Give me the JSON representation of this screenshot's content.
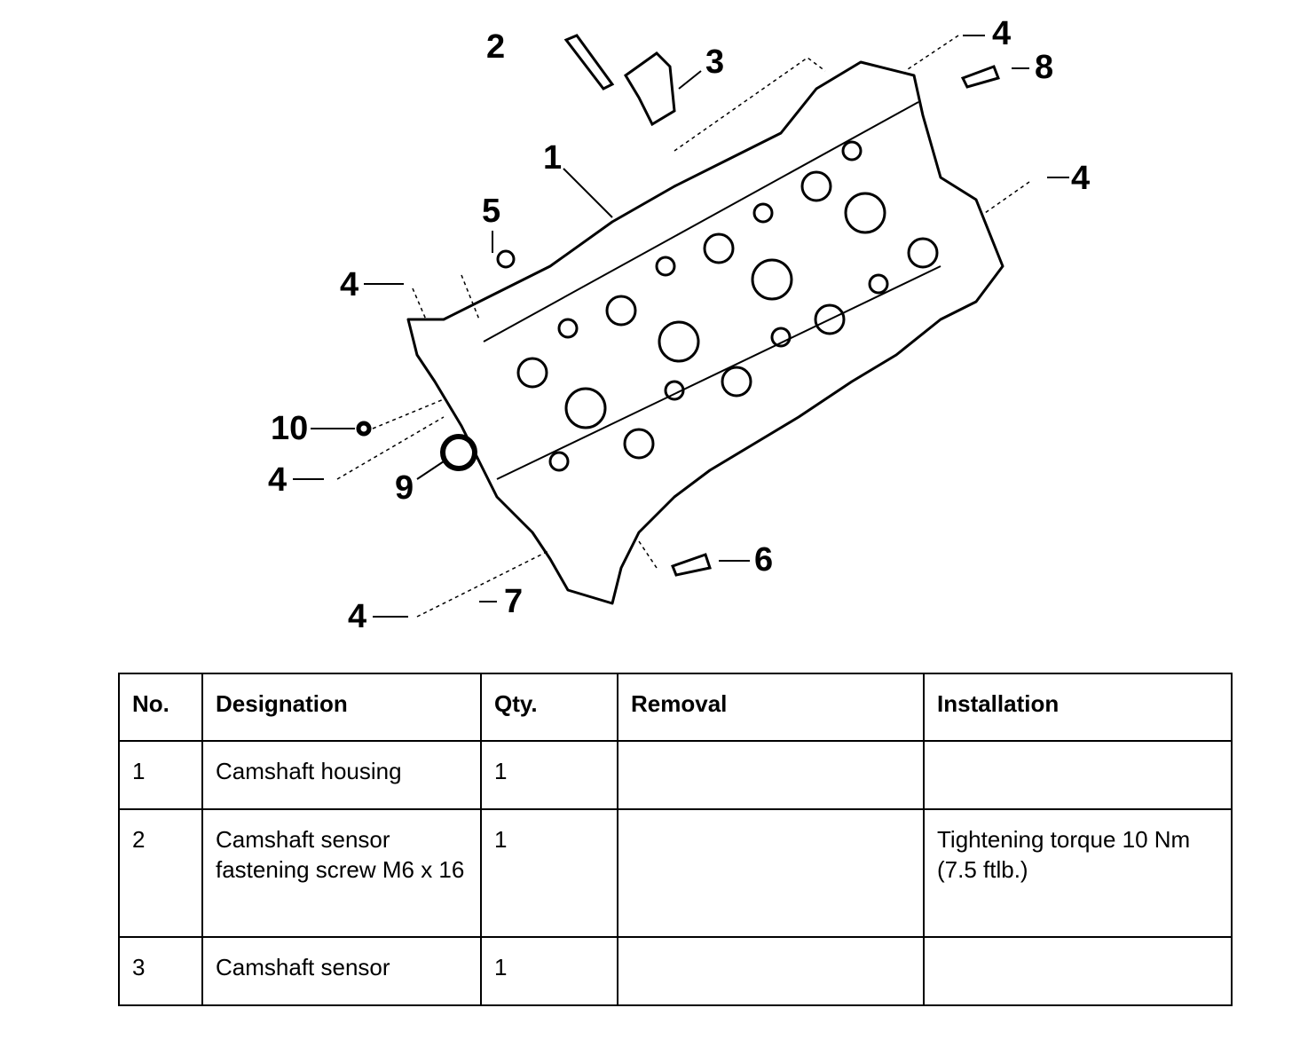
{
  "figure": {
    "callouts": {
      "c1": "1",
      "c2": "2",
      "c3": "3",
      "c4": "4",
      "c5": "5",
      "c6": "6",
      "c7": "7",
      "c8": "8",
      "c9": "9",
      "c10": "10"
    }
  },
  "table": {
    "headers": {
      "no": "No.",
      "designation": "Designation",
      "qty": "Qty.",
      "removal": "Removal",
      "installation": "Installation"
    },
    "rows": [
      {
        "no": "1",
        "designation": "Camshaft housing",
        "qty": "1",
        "removal": "",
        "installation": ""
      },
      {
        "no": "2",
        "designation": "Camshaft sensor fastening screw M6 x 16",
        "qty": "1",
        "removal": "",
        "installation": "Tightening torque 10 Nm (7.5 ftlb.)"
      },
      {
        "no": "3",
        "designation": "Camshaft sensor",
        "qty": "1",
        "removal": "",
        "installation": ""
      }
    ]
  }
}
